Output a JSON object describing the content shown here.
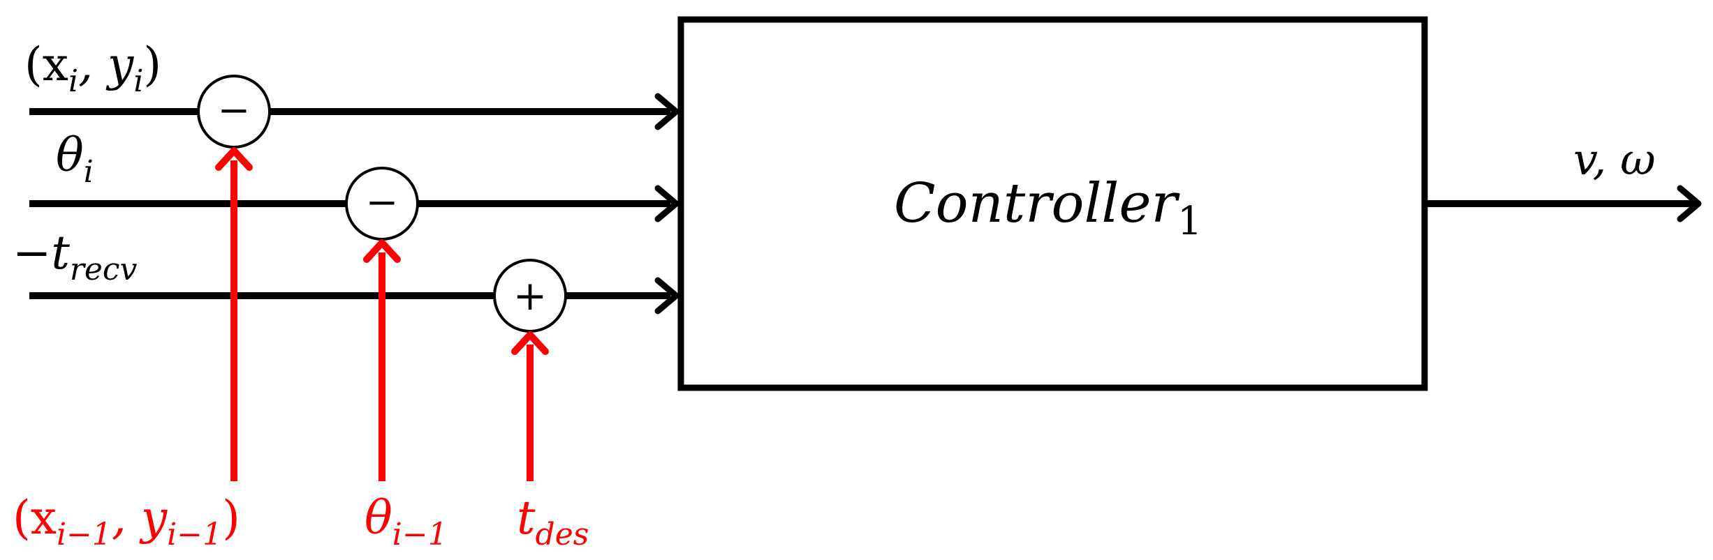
{
  "diagram": {
    "block": {
      "base": "Controller",
      "sub": "1"
    },
    "inputs": [
      {
        "id": "position",
        "base": "(x",
        "sub1": "i",
        "mid": ", y",
        "sub2": "i",
        "tail": ")"
      },
      {
        "id": "heading",
        "base": "θ",
        "sub": "i"
      },
      {
        "id": "time",
        "sign": "−",
        "base": "t",
        "sub": "recv"
      }
    ],
    "output": {
      "label": "v, ω"
    },
    "junctions": [
      {
        "id": "pos-junction",
        "symbol": "−"
      },
      {
        "id": "heading-junction",
        "symbol": "−"
      },
      {
        "id": "time-junction",
        "symbol": "+"
      }
    ],
    "references": [
      {
        "id": "ref-position",
        "base": "(x",
        "sub1": "i−1",
        "mid": ", y",
        "sub2": "i−1",
        "tail": ")"
      },
      {
        "id": "ref-heading",
        "base": "θ",
        "sub": "i−1"
      },
      {
        "id": "ref-time",
        "base": "t",
        "sub": "des"
      }
    ],
    "colors": {
      "signal": "#000000",
      "reference": "#ff0000",
      "background": "#ffffff"
    }
  }
}
